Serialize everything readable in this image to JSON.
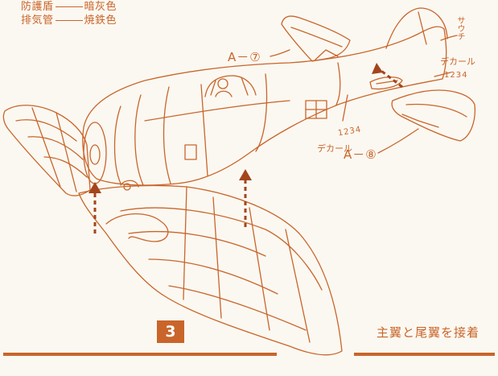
{
  "legend": [
    {
      "part": "防護盾",
      "color": "暗灰色"
    },
    {
      "part": "排気管",
      "color": "焼鉄色"
    }
  ],
  "labels": {
    "part_a7": "A－⑦",
    "part_a8": "A－⑧",
    "decal_right": "デカール",
    "decal_mid": "デカール",
    "serial_tail": "1234",
    "serial_mid": "1234",
    "vertical_text": "サウチ"
  },
  "step": {
    "number": "3",
    "title": "主翼と尾翼を接着"
  },
  "colors": {
    "ink": "#c9652a",
    "paper": "#fbf8f1"
  }
}
